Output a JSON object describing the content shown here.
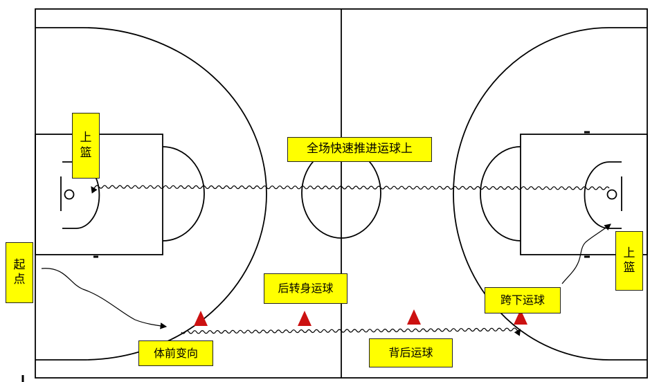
{
  "labels": {
    "top_banner": "全场快速推进运球上",
    "left_layup_1": "上",
    "left_layup_2": "篮",
    "right_layup_1": "上",
    "right_layup_2": "篮",
    "start_1": "起",
    "start_2": "点",
    "crossover_front": "体前变向",
    "spin_dribble": "后转身运球",
    "behind_back": "背后运球",
    "between_legs": "跨下运球"
  },
  "colors": {
    "label_bg": "#ffff00",
    "cone": "#cc1111",
    "court_line": "#000000"
  },
  "cones": [
    "cone",
    "cone",
    "cone",
    "cone"
  ]
}
